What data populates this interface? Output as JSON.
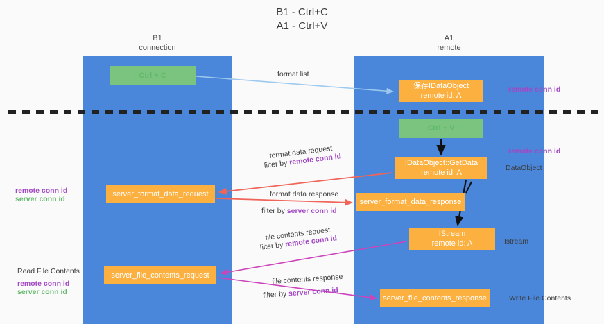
{
  "title": "B1 - Ctrl+C\nA1 - Ctrl+V",
  "lanes": [
    {
      "heading": "B1\nconnection"
    },
    {
      "heading": "A1\nremote"
    }
  ],
  "nodes": {
    "ctrl_c": "Ctrl + C",
    "save_idataobject": "保存IDataObject\nremote id: A",
    "ctrl_v": "Ctrl + V",
    "getdata": "IDataObject::GetData\nremote id: A",
    "server_format_data_request": "server_format_data_request",
    "server_format_data_response": "server_format_data_response",
    "istream": "IStream\nremote id: A",
    "server_file_contents_request": "server_file_contents_request",
    "server_file_contents_response": "server_file_contents_response"
  },
  "edge_labels": {
    "format_list": "format list",
    "format_data_request": "format data request",
    "format_data_request_filter_prefix": "filter by ",
    "format_data_request_filter_key": "remote conn id",
    "format_data_response": "format data response",
    "format_data_response_filter_prefix": "filter by ",
    "format_data_response_filter_key": "server conn id",
    "file_contents_request": "file contents request",
    "file_contents_request_filter_prefix": "filter by ",
    "file_contents_request_filter_key": "remote conn id",
    "file_contents_response": "file contents response",
    "file_contents_response_filter_prefix": "filter by ",
    "file_contents_response_filter_key": "server conn id"
  },
  "right_annotations": {
    "remote_conn_id_top": "remote conn id",
    "remote_conn_id_mid": "remote conn id",
    "dataobject": "DataObject",
    "istream": "Istream",
    "write_file_contents": "Write File Contents"
  },
  "left_annotations": {
    "remote_conn_id_top": "remote conn id",
    "server_conn_id_top": "server conn id",
    "read_file_contents": "Read File Contents",
    "remote_conn_id_bottom": "remote conn id",
    "server_conn_id_bottom": "server conn id"
  },
  "colors": {
    "lane": "#4a86d9",
    "node_green": "#7ac47f",
    "node_orange": "#fbb040",
    "remote_conn_id": "#a347c4",
    "server_conn_id": "#63b96a",
    "arrow_format_list": "#9dc9ef",
    "arrow_format_data": "#f0655a",
    "arrow_file_contents": "#cc44bb",
    "divider": "#222222"
  }
}
